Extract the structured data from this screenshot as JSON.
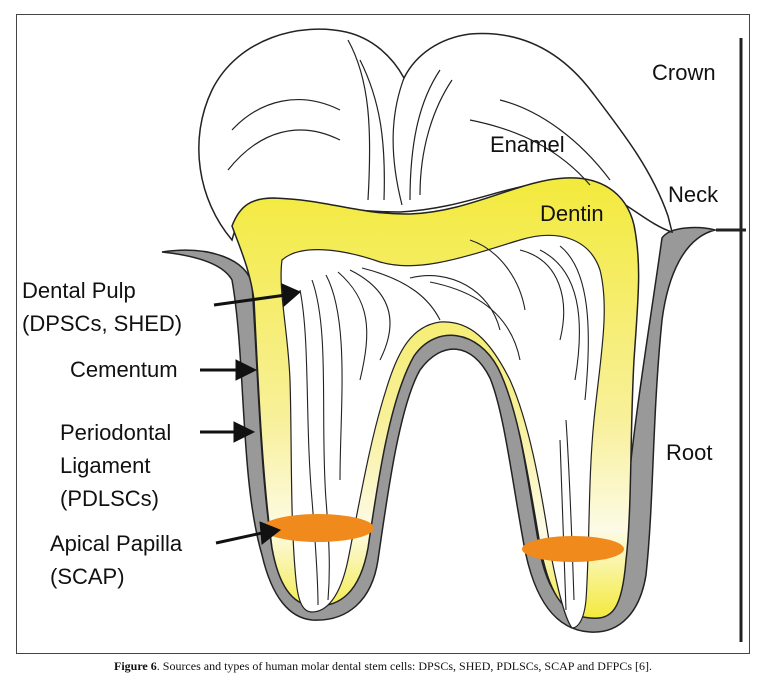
{
  "labels": {
    "crown": "Crown",
    "neck": "Neck",
    "root": "Root",
    "enamel": "Enamel",
    "dentin": "Dentin",
    "dental_pulp_line1": "Dental Pulp",
    "dental_pulp_line2": "(DPSCs, SHED)",
    "cementum": "Cementum",
    "periodontal_line1": "Periodontal",
    "periodontal_line2": "Ligament",
    "periodontal_line3": "(PDLSCs)",
    "apical_line1": "Apical Papilla",
    "apical_line2": "(SCAP)"
  },
  "caption": {
    "figure_number": "Figure 6",
    "text": ". Sources and types of human molar dental stem cells: DPSCs, SHED, PDLSCs, SCAP and DFPCs [6]."
  },
  "colors": {
    "dentin": "#f3ea3c",
    "cementum": "#999999",
    "apical_papilla": "#f08a1c",
    "outline": "#222222"
  }
}
